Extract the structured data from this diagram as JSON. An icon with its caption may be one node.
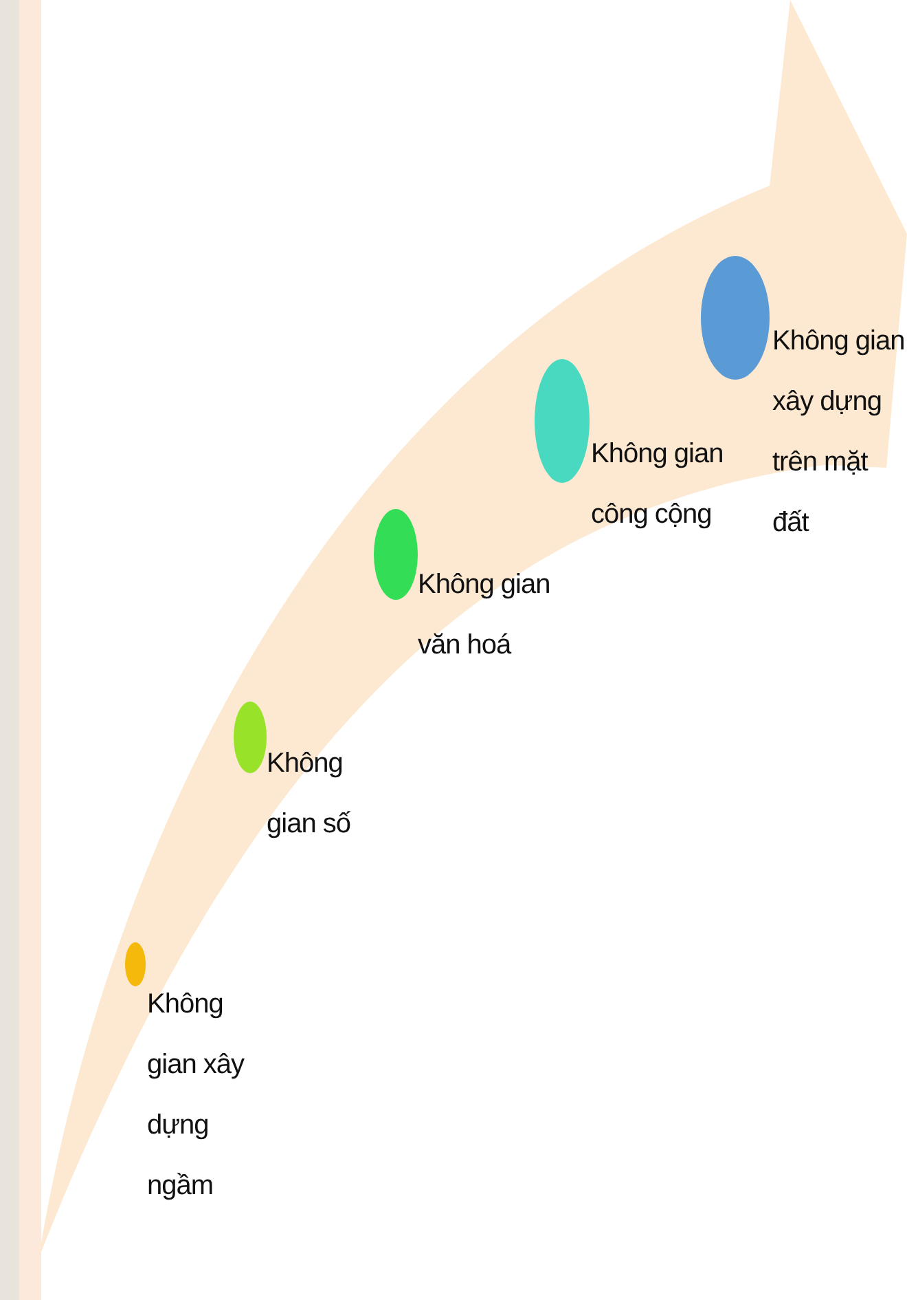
{
  "diagram": {
    "nodes": [
      {
        "text": [
          "Không gian xây dựng ngầm"
        ]
      },
      {
        "text": [
          "Không gian số"
        ]
      },
      {
        "text": [
          "Không gian văn hoá"
        ]
      },
      {
        "text": [
          "Không gian công cộng"
        ]
      },
      {
        "text": [
          "Không gian xây dựng trên mặt đất"
        ]
      }
    ]
  }
}
